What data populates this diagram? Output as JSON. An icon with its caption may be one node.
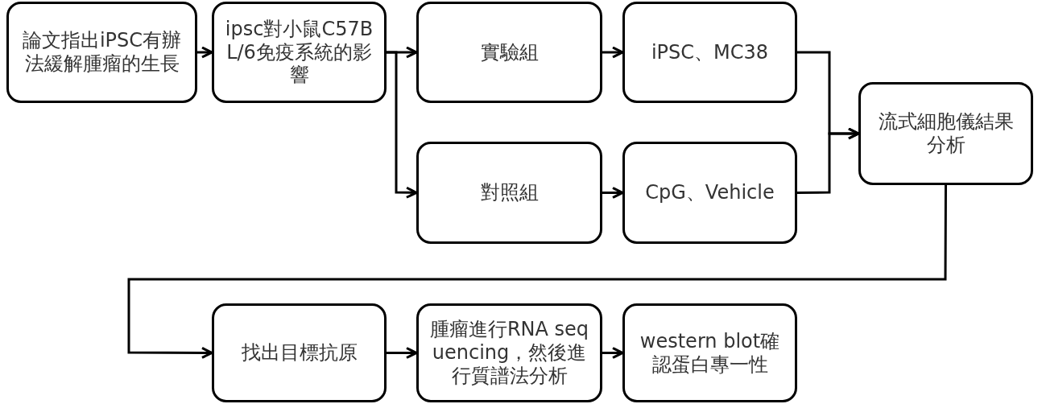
{
  "diagram": {
    "nodes": [
      {
        "text": [
          "論文指出iPSC有辦法緩解腫瘤的生長"
        ]
      },
      {
        "text": [
          "ipsc對小鼠C57BL/6免疫系統的影響"
        ]
      },
      {
        "text": [
          "實驗組"
        ]
      },
      {
        "text": [
          "iPSC、MC38"
        ]
      },
      {
        "text": [
          "對照組"
        ]
      },
      {
        "text": [
          "CpG、Vehicle"
        ]
      },
      {
        "text": [
          "流式細胞儀結果分析"
        ]
      },
      {
        "text": [
          "找出目標抗原"
        ]
      },
      {
        "text": [
          "腫瘤進行RNA sequencing，然後進行質譜法分析"
        ]
      },
      {
        "text": [
          "western blot確認蛋白專一性"
        ]
      }
    ],
    "edges": [
      {
        "from": 0,
        "to": 1,
        "arrow": "to"
      },
      {
        "from": 1,
        "to": 2,
        "arrow": "to"
      },
      {
        "from": 1,
        "to": 4,
        "arrow": "to"
      },
      {
        "from": 2,
        "to": 3,
        "arrow": "to"
      },
      {
        "from": 4,
        "to": 5,
        "arrow": "to"
      },
      {
        "from": 3,
        "to": 6,
        "arrow": "to"
      },
      {
        "from": 5,
        "to": 6,
        "arrow": "to"
      },
      {
        "from": 6,
        "to": 7,
        "arrow": "to"
      },
      {
        "from": 7,
        "to": 8,
        "arrow": "to"
      },
      {
        "from": 8,
        "to": 9,
        "arrow": "to"
      }
    ]
  }
}
